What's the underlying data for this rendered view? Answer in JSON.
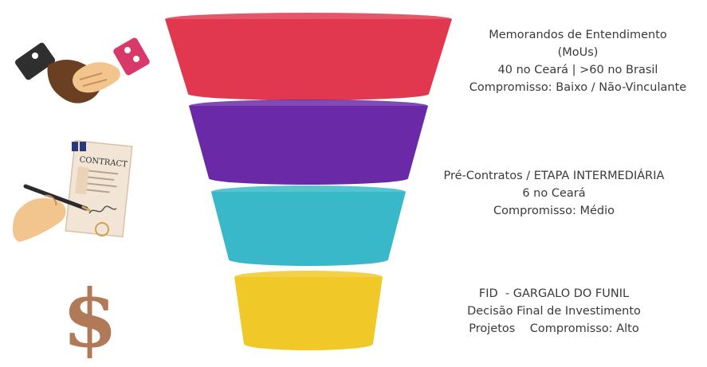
{
  "colors": {
    "stage1": "#e2384f",
    "stage2": "#6a2aa8",
    "stage3": "#38b8c8",
    "stage4": "#f0c828",
    "text": "#3a3a3a",
    "dollar": "#b07a58"
  },
  "icons": {
    "stage1": "handshake-icon",
    "stage2": "signing-contract-icon",
    "stage4": "dollar-sign-icon"
  },
  "funnel": {
    "stages": [
      {
        "name": "memorandos",
        "lines": [
          "Memorandos de Entendimento",
          "(MoUs)",
          "40 no Ceará | >60 no Brasil",
          "Compromisso: Baixo / Não-Vinculante"
        ]
      },
      {
        "name": "pre-contratos",
        "lines": [
          "Pré-Contratos / ETAPA INTERMEDIÁRIA",
          "6 no Ceará",
          "Compromisso: Médio"
        ]
      },
      {
        "name": "fid",
        "lines": [
          "FID  - GARGALO DO FUNIL",
          "Decisão Final de Investimento",
          "Projetos    Compromisso: Alto"
        ]
      }
    ]
  },
  "contract_doc": {
    "title": "CONTRACT"
  },
  "dollar_symbol": "$"
}
